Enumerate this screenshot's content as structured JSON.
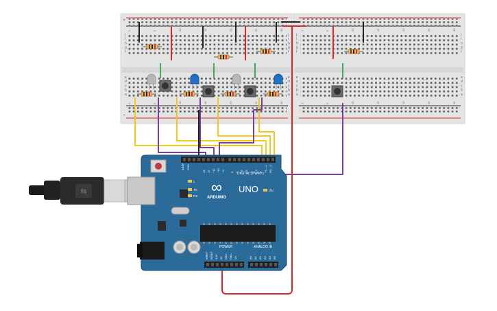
{
  "board": {
    "brand": "ARDUINO",
    "model": "UNO",
    "logo_symbol": "∞",
    "digital_label": "DIGITAL (PWM~)",
    "power_label": "POWER",
    "analog_label": "ANALOG IN",
    "on_label": "ON",
    "l_label": "L",
    "tx_label": "TX",
    "rx_label": "RX",
    "aref_label": "AREF",
    "gnd_label": "GND",
    "digital_pins": [
      "13",
      "12",
      "~11",
      "~10",
      "~9",
      "8",
      "7",
      "~6",
      "~5",
      "4",
      "~3",
      "2",
      "TX→1",
      "RX←0"
    ],
    "power_pins": [
      "IOREF",
      "RESET",
      "3.3V",
      "5V",
      "GND",
      "GND",
      "Vin"
    ],
    "analog_pins": [
      "A0",
      "A1",
      "A2",
      "A3",
      "A4",
      "A5"
    ]
  },
  "breadboard": {
    "row_letters_top": [
      "j",
      "i",
      "h",
      "g",
      "f"
    ],
    "row_letters_bottom": [
      "e",
      "d",
      "c",
      "b",
      "a"
    ],
    "rail_plus": "+",
    "rail_minus": "−",
    "column_numbers_visible": [
      "1",
      "5",
      "10",
      "15",
      "20",
      "25",
      "30"
    ]
  },
  "colors": {
    "breadboard": "#e4e4e4",
    "board": "#2b6b9a",
    "wire_yellow": "#f2c81a",
    "wire_purple": "#7a3e9d",
    "wire_red": "#d42a2a",
    "wire_green": "#3ab04a",
    "wire_black": "#222222",
    "led_gray": "#b8b8b8",
    "led_blue": "#1f72c8"
  }
}
